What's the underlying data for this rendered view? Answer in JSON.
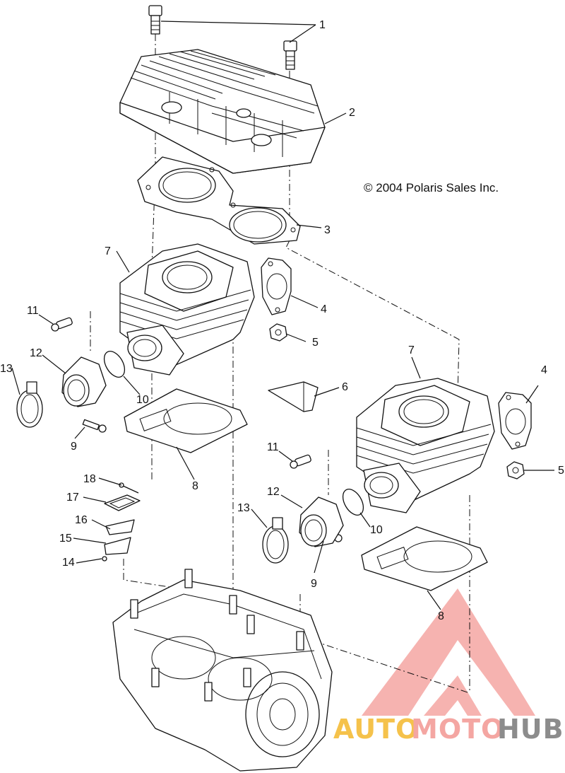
{
  "copyright": "© 2004 Polaris Sales Inc.",
  "watermark": {
    "brand_part1": "AUTO",
    "brand_part2": "MOTO",
    "brand_part3": "HUB",
    "color_gold": "#f5c24b",
    "color_red": "#f4a6a2",
    "color_gray": "#8c8c8c"
  },
  "callouts": [
    "1",
    "2",
    "3",
    "4",
    "4",
    "5",
    "5",
    "6",
    "7",
    "7",
    "8",
    "8",
    "9",
    "9",
    "10",
    "10",
    "11",
    "11",
    "12",
    "12",
    "13",
    "13",
    "14",
    "15",
    "16",
    "17",
    "18"
  ],
  "parts": [
    {
      "icon": "bolt-icon",
      "name": "cylinder-head-bolt"
    },
    {
      "icon": "cylinder-head-icon",
      "name": "cylinder-head"
    },
    {
      "icon": "gasket-icon",
      "name": "head-gasket"
    },
    {
      "icon": "gasket-icon",
      "name": "exhaust-gasket"
    },
    {
      "icon": "nut-icon",
      "name": "exhaust-nut"
    },
    {
      "icon": "bracket-icon",
      "name": "bracket"
    },
    {
      "icon": "cylinder-icon",
      "name": "cylinder"
    },
    {
      "icon": "gasket-icon",
      "name": "base-gasket"
    },
    {
      "icon": "bolt-icon",
      "name": "intake-bolt"
    },
    {
      "icon": "o-ring-icon",
      "name": "o-ring"
    },
    {
      "icon": "bolt-icon",
      "name": "flange-bolt"
    },
    {
      "icon": "boot-icon",
      "name": "intake-boot"
    },
    {
      "icon": "clamp-icon",
      "name": "clamp"
    },
    {
      "icon": "screw-icon",
      "name": "reed-screw"
    },
    {
      "icon": "plate-icon",
      "name": "reed-stop"
    },
    {
      "icon": "reed-icon",
      "name": "reed-petal"
    },
    {
      "icon": "cage-icon",
      "name": "reed-cage"
    },
    {
      "icon": "screw-icon",
      "name": "cage-screw"
    },
    {
      "icon": "crankcase-icon",
      "name": "crankcase"
    }
  ]
}
